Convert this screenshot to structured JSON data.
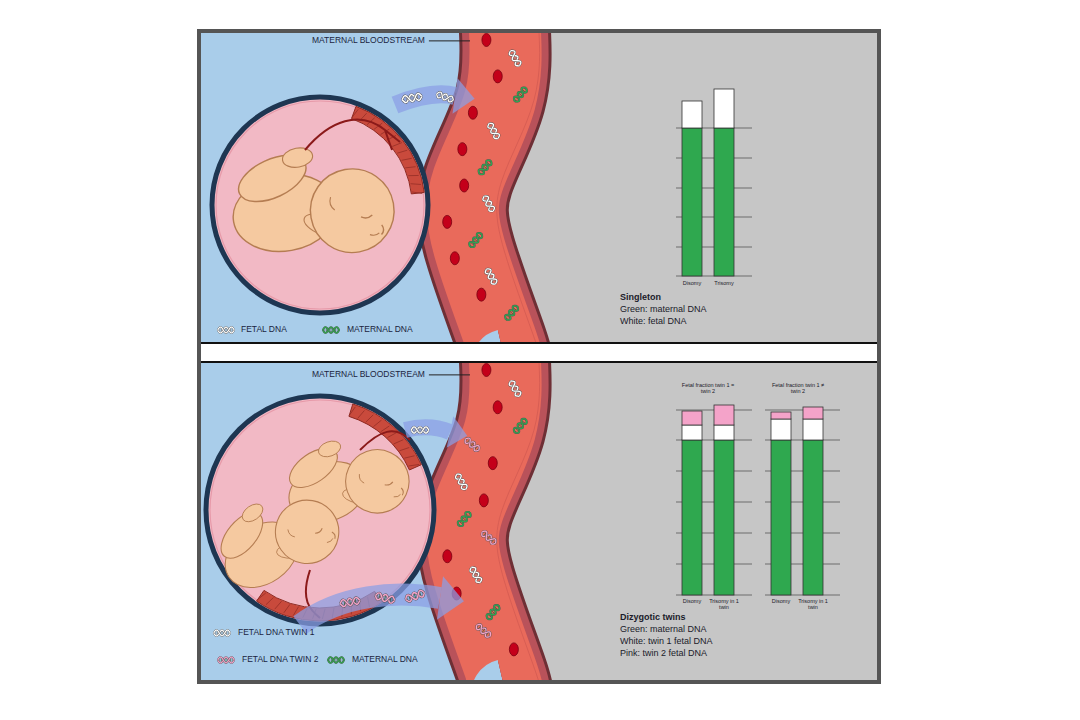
{
  "diagram": {
    "labels": [
      "MATERNAL BLOODSTREAM",
      "Disomy",
      "Trisomy",
      "Singleton",
      "Green: maternal DNA",
      "White: fetal DNA",
      "MATERNAL BLOODSTREAM",
      "Fetal fraction twin 1 = twin 2",
      "Fetal fraction twin 1 ≠ twin 2",
      "Disomy",
      "Trisomy in 1 twin",
      "Disomy",
      "Trisomy in 1 twin",
      "Dizygotic twins",
      "Green: maternal DNA",
      "White: twin 1 fetal DNA",
      "Pink: twin 2 fetal DNA"
    ],
    "legend": [
      {
        "text": "FETAL DNA"
      },
      {
        "text": "MATERNAL DNA"
      },
      {
        "text": "FETAL DNA TWIN 1"
      },
      {
        "text": "FETAL DNA TWIN 2"
      },
      {
        "text": "MATERNAL DNA"
      }
    ]
  }
}
